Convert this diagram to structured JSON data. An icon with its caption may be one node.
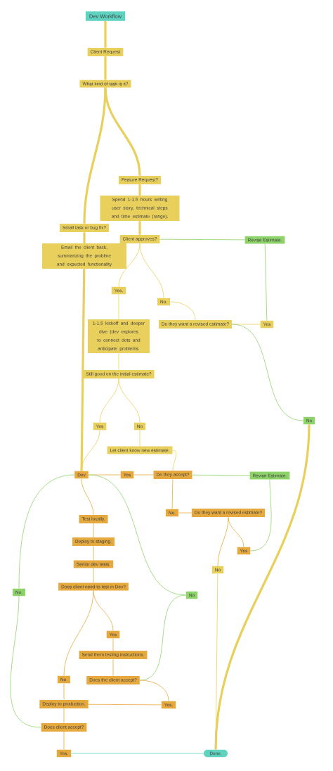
{
  "diagram": {
    "nodes": [
      {
        "text": [
          "Dev Workflow"
        ]
      },
      {
        "text": [
          "Client Request"
        ]
      },
      {
        "text": [
          "What kind of task is it?"
        ]
      },
      {
        "text": [
          "Feature Request?"
        ]
      },
      {
        "text": [
          "Spend 1-1.5 hours writing user story, technical steps and time estimate (range)."
        ]
      },
      {
        "text": [
          "Small task or bug fix?"
        ]
      },
      {
        "text": [
          "Client approves?"
        ]
      },
      {
        "text": [
          "Revise Estimate."
        ]
      },
      {
        "text": [
          "Email the client back, summarizing the problme and expected functionality"
        ]
      },
      {
        "text": [
          "Yes."
        ]
      },
      {
        "text": [
          "No."
        ]
      },
      {
        "text": [
          "Do they want a revised estimate?"
        ]
      },
      {
        "text": [
          "Yes"
        ]
      },
      {
        "text": [
          "1-1.5 kickoff and deeper dive (dev explores to connect dots and anticipate problems."
        ]
      },
      {
        "text": [
          "Still good on the initial estimate?"
        ]
      },
      {
        "text": [
          "Yes"
        ]
      },
      {
        "text": [
          "No"
        ]
      },
      {
        "text": [
          "No"
        ]
      },
      {
        "text": [
          "Let client know new estimate."
        ]
      },
      {
        "text": [
          "Dev"
        ]
      },
      {
        "text": [
          "Yes"
        ]
      },
      {
        "text": [
          "Do they accept?"
        ]
      },
      {
        "text": [
          "Revise Estimate."
        ]
      },
      {
        "text": [
          "No."
        ]
      },
      {
        "text": [
          "Do they want a revised estimate?"
        ]
      },
      {
        "text": [
          "Yes"
        ]
      },
      {
        "text": [
          "Test locally."
        ]
      },
      {
        "text": [
          "Deploy to staging."
        ]
      },
      {
        "text": [
          "No"
        ]
      },
      {
        "text": [
          "Senior dev tests."
        ]
      },
      {
        "text": [
          "No."
        ]
      },
      {
        "text": [
          "Does client need to test in Dev?"
        ]
      },
      {
        "text": [
          "No"
        ]
      },
      {
        "text": [
          "Yes"
        ]
      },
      {
        "text": [
          "Send them testing instructions."
        ]
      },
      {
        "text": [
          "No."
        ]
      },
      {
        "text": [
          "Does the client accept?"
        ]
      },
      {
        "text": [
          "Deploy to production."
        ]
      },
      {
        "text": [
          "Yes."
        ]
      },
      {
        "text": [
          "Does client accept?"
        ]
      },
      {
        "text": [
          "Yes."
        ]
      },
      {
        "text": [
          "Done."
        ]
      }
    ],
    "edges": [
      {
        "from": 0,
        "to": 1,
        "arrow": "none",
        "style": "thick"
      },
      {
        "from": 1,
        "to": 2,
        "arrow": "none",
        "style": "thick"
      },
      {
        "from": 2,
        "to": 3,
        "arrow": "none",
        "style": "thick"
      },
      {
        "from": 2,
        "to": 5,
        "arrow": "none",
        "style": "thick"
      },
      {
        "from": 3,
        "to": 4,
        "arrow": "none",
        "style": "thick"
      },
      {
        "from": 4,
        "to": 6,
        "arrow": "none",
        "style": "thick"
      },
      {
        "from": 5,
        "to": 8,
        "arrow": "none",
        "style": "thick"
      },
      {
        "from": 8,
        "to": 19,
        "arrow": "none",
        "style": "thick"
      },
      {
        "from": 6,
        "to": 7,
        "arrow": "none",
        "color": "#8ed36a"
      },
      {
        "from": 6,
        "to": 9,
        "arrow": "none"
      },
      {
        "from": 6,
        "to": 10,
        "arrow": "none"
      },
      {
        "from": 7,
        "to": 12,
        "arrow": "none",
        "color": "#8ed36a"
      },
      {
        "from": 12,
        "to": 11,
        "arrow": "none"
      },
      {
        "from": 10,
        "to": 11,
        "arrow": "none"
      },
      {
        "from": 11,
        "to": 17,
        "arrow": "none",
        "color": "#8ed36a"
      },
      {
        "from": 9,
        "to": 13,
        "arrow": "none"
      },
      {
        "from": 13,
        "to": 14,
        "arrow": "none"
      },
      {
        "from": 14,
        "to": 15,
        "arrow": "none"
      },
      {
        "from": 14,
        "to": 16,
        "arrow": "none"
      },
      {
        "from": 15,
        "to": 19,
        "arrow": "none"
      },
      {
        "from": 16,
        "to": 18,
        "arrow": "none"
      },
      {
        "from": 18,
        "to": 21,
        "arrow": "none"
      },
      {
        "from": 21,
        "to": 20,
        "arrow": "none",
        "color": "#e6a93e"
      },
      {
        "from": 20,
        "to": 19,
        "arrow": "none",
        "color": "#e6a93e"
      },
      {
        "from": 21,
        "to": 22,
        "arrow": "none",
        "color": "#8ed36a"
      },
      {
        "from": 21,
        "to": 23,
        "arrow": "none",
        "color": "#e6a93e"
      },
      {
        "from": 23,
        "to": 24,
        "arrow": "none",
        "color": "#e6a93e"
      },
      {
        "from": 24,
        "to": 25,
        "arrow": "none",
        "color": "#e6a93e"
      },
      {
        "from": 24,
        "to": 28,
        "arrow": "none",
        "color": "#e6a93e"
      },
      {
        "from": 25,
        "to": 22,
        "arrow": "none",
        "color": "#8ed36a"
      },
      {
        "from": 17,
        "to": 41,
        "arrow": "none",
        "style": "thick"
      },
      {
        "from": 28,
        "to": 41,
        "arrow": "none"
      },
      {
        "from": 19,
        "to": 26,
        "arrow": "none",
        "color": "#e6a93e"
      },
      {
        "from": 26,
        "to": 27,
        "arrow": "none",
        "color": "#e6a93e"
      },
      {
        "from": 27,
        "to": 29,
        "arrow": "none",
        "color": "#e6a93e"
      },
      {
        "from": 29,
        "to": 31,
        "arrow": "none",
        "color": "#e6a93e"
      },
      {
        "from": 31,
        "to": 33,
        "arrow": "none",
        "color": "#e6a93e"
      },
      {
        "from": 31,
        "to": 35,
        "arrow": "none",
        "color": "#e6a93e"
      },
      {
        "from": 33,
        "to": 34,
        "arrow": "none",
        "color": "#e6a93e"
      },
      {
        "from": 34,
        "to": 36,
        "arrow": "none",
        "color": "#e6a93e"
      },
      {
        "from": 36,
        "to": 32,
        "arrow": "none",
        "color": "#8ed36a"
      },
      {
        "from": 32,
        "to": 19,
        "arrow": "none",
        "color": "#8ed36a"
      },
      {
        "from": 36,
        "to": 38,
        "arrow": "none",
        "color": "#e6a93e"
      },
      {
        "from": 38,
        "to": 37,
        "arrow": "none",
        "color": "#e6a93e"
      },
      {
        "from": 35,
        "to": 37,
        "arrow": "none",
        "color": "#e6a93e"
      },
      {
        "from": 37,
        "to": 39,
        "arrow": "none",
        "color": "#e6a93e"
      },
      {
        "from": 39,
        "to": 30,
        "arrow": "none",
        "color": "#8ed36a"
      },
      {
        "from": 30,
        "to": 19,
        "arrow": "none",
        "color": "#8ed36a"
      },
      {
        "from": 39,
        "to": 40,
        "arrow": "none",
        "color": "#e6a93e"
      },
      {
        "from": 40,
        "to": 41,
        "arrow": "none",
        "color": "#5fd3c0"
      }
    ]
  }
}
